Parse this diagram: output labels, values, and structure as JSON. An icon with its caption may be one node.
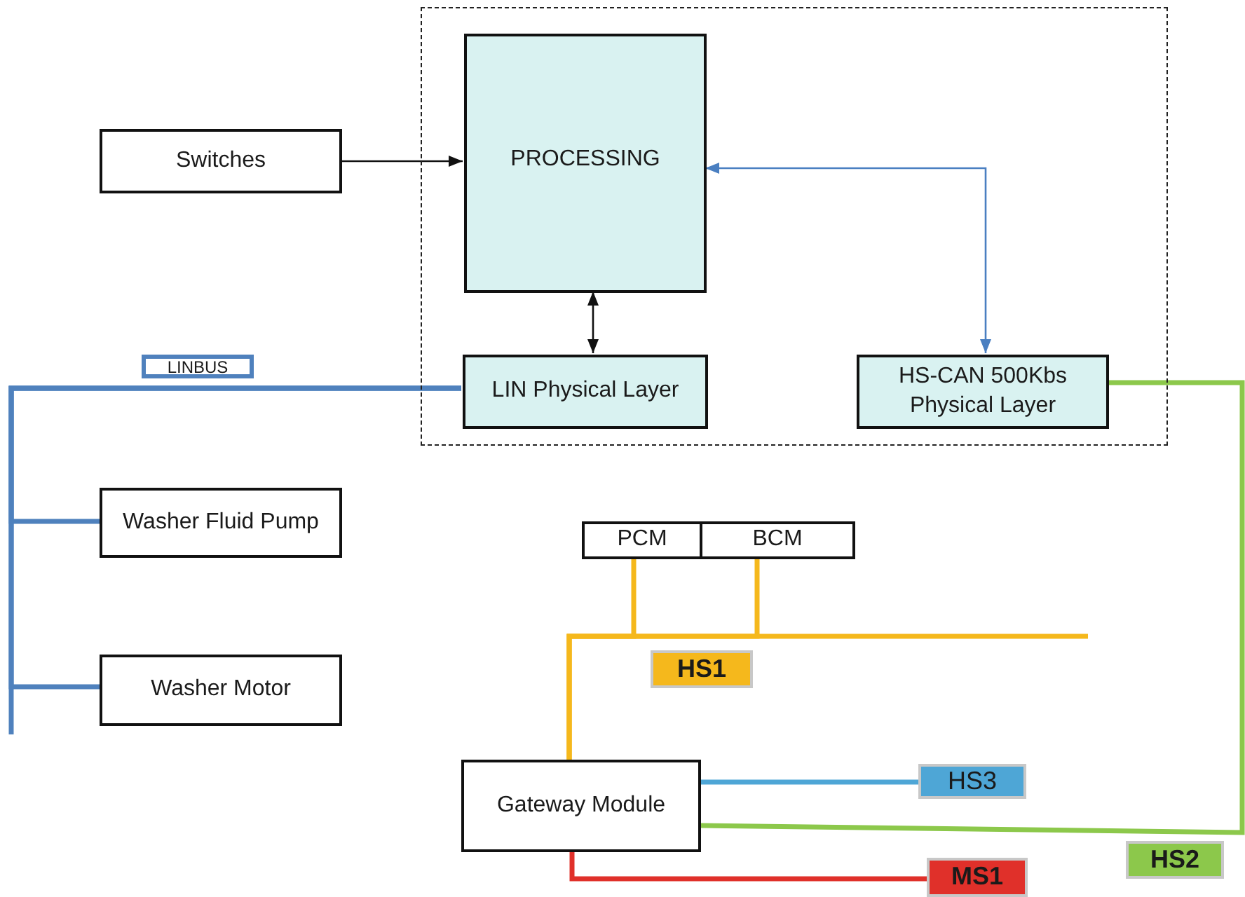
{
  "diagram": {
    "nodes": [
      {
        "text": [],
        "shape": "box"
      },
      {
        "text": [
          "PROCESSING"
        ],
        "in": 0
      },
      {
        "text": [
          "LIN Physical Layer"
        ],
        "in": 0
      },
      {
        "text": [
          "HS-CAN 500Kbs Physical Layer"
        ],
        "in": 0
      },
      {
        "text": [
          "Switches"
        ]
      },
      {
        "text": [
          "LINBUS"
        ]
      },
      {
        "text": [
          "Washer Fluid Pump"
        ]
      },
      {
        "text": [
          "Washer Motor"
        ]
      },
      {
        "text": [
          "PCM"
        ]
      },
      {
        "text": [
          "BCM"
        ]
      },
      {
        "text": [
          "Gateway Module"
        ]
      },
      {
        "text": [
          "HS1"
        ]
      },
      {
        "text": [
          "HS3"
        ]
      },
      {
        "text": [
          "HS2"
        ]
      },
      {
        "text": [
          "MS1"
        ]
      }
    ],
    "edges": [
      {
        "from": 4,
        "to": 1,
        "arrow": "to",
        "color": "#111111"
      },
      {
        "from": 1,
        "to": 2,
        "arrow": "both",
        "color": "#111111"
      },
      {
        "from": 3,
        "to": 1,
        "arrow": "both",
        "color": "#4a7fc1"
      },
      {
        "from": 2,
        "to": 6,
        "arrow": "none",
        "color": "#4f81bd"
      },
      {
        "from": 2,
        "to": 7,
        "arrow": "none",
        "color": "#4f81bd"
      },
      {
        "from": 2,
        "to": null,
        "arrow": "none",
        "color": "#4f81bd"
      },
      {
        "from": 10,
        "to": 8,
        "arrow": "none",
        "color": "#f5b81c"
      },
      {
        "from": 10,
        "to": 9,
        "arrow": "none",
        "color": "#f5b81c"
      },
      {
        "from": 10,
        "to": null,
        "arrow": "none",
        "color": "#f5b81c"
      },
      {
        "from": 10,
        "to": 12,
        "arrow": "none",
        "color": "#4ea6d6"
      },
      {
        "from": 10,
        "to": 3,
        "arrow": "none",
        "color": "#8cc84b"
      },
      {
        "from": 10,
        "to": 14,
        "arrow": "none",
        "color": "#e0302a"
      }
    ]
  }
}
